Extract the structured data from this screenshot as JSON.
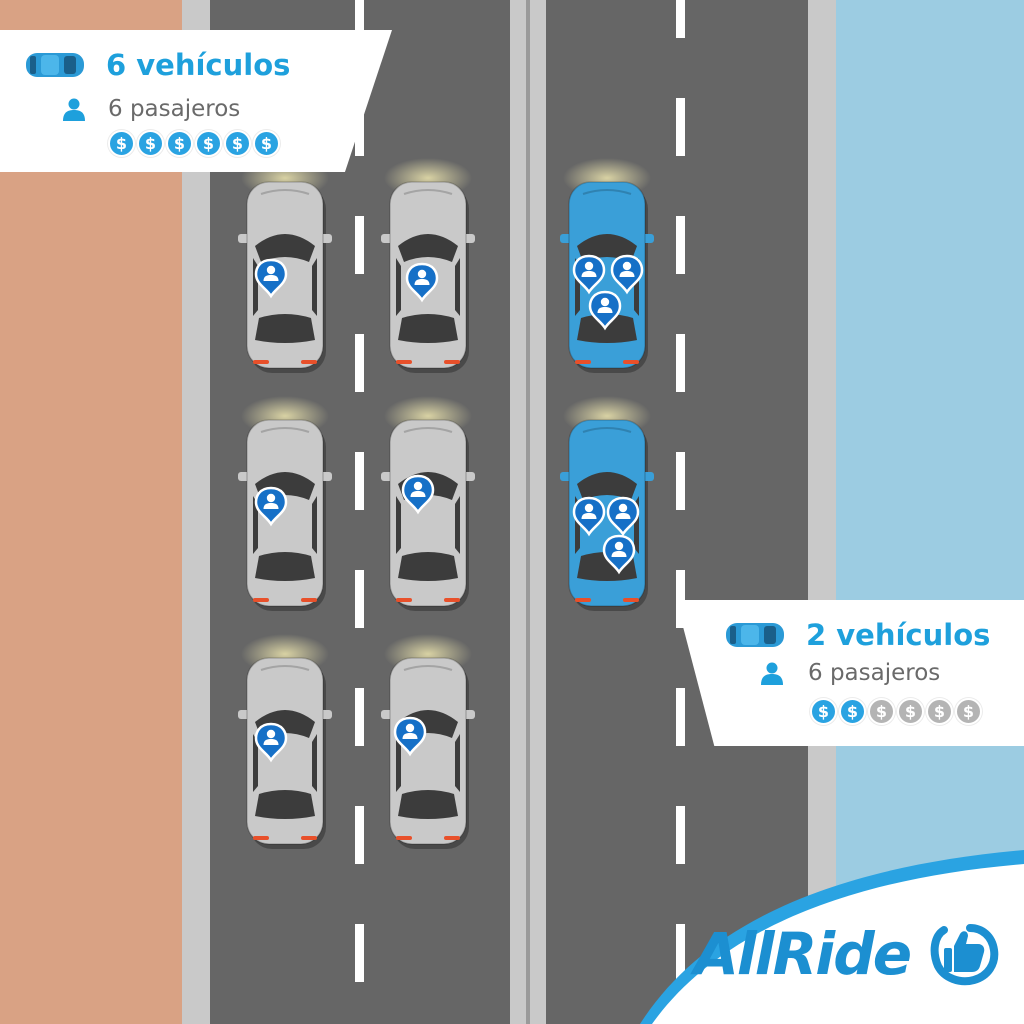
{
  "colors": {
    "sidewalk_left": "#d9a284",
    "water_right": "#9ccce2",
    "road": "#666666",
    "road_edge": "#c9c9c9",
    "lane_marking": "#ffffff",
    "car_gray": "#c9c9c9",
    "car_blue": "#3a9fd8",
    "accent": "#1ea0dc",
    "pin": "#1670c7",
    "coin_active": "#2aa3e2",
    "coin_inactive": "#b4b4b4",
    "brand": "#1c8fd1"
  },
  "cards": {
    "left": {
      "vehicles_label": "6 vehículos",
      "passengers_label": "6 pasajeros",
      "cost_symbols": [
        "$",
        "$",
        "$",
        "$",
        "$",
        "$"
      ],
      "cost_level": 6,
      "icons": {
        "vehicle": "car-icon",
        "passenger": "person-icon"
      }
    },
    "right": {
      "vehicles_label": "2 vehículos",
      "passengers_label": "6 pasajeros",
      "cost_symbols": [
        "$",
        "$",
        "$",
        "$",
        "$",
        "$"
      ],
      "cost_level": 2,
      "icons": {
        "vehicle": "car-icon",
        "passenger": "person-icon"
      }
    }
  },
  "scene": {
    "gray_cars": {
      "count": 6,
      "passengers_each": 1
    },
    "blue_cars": {
      "count": 2,
      "passengers_each": 3
    }
  },
  "brand": {
    "name": "AllRide",
    "logo_icon": "thumbs-up-icon"
  }
}
